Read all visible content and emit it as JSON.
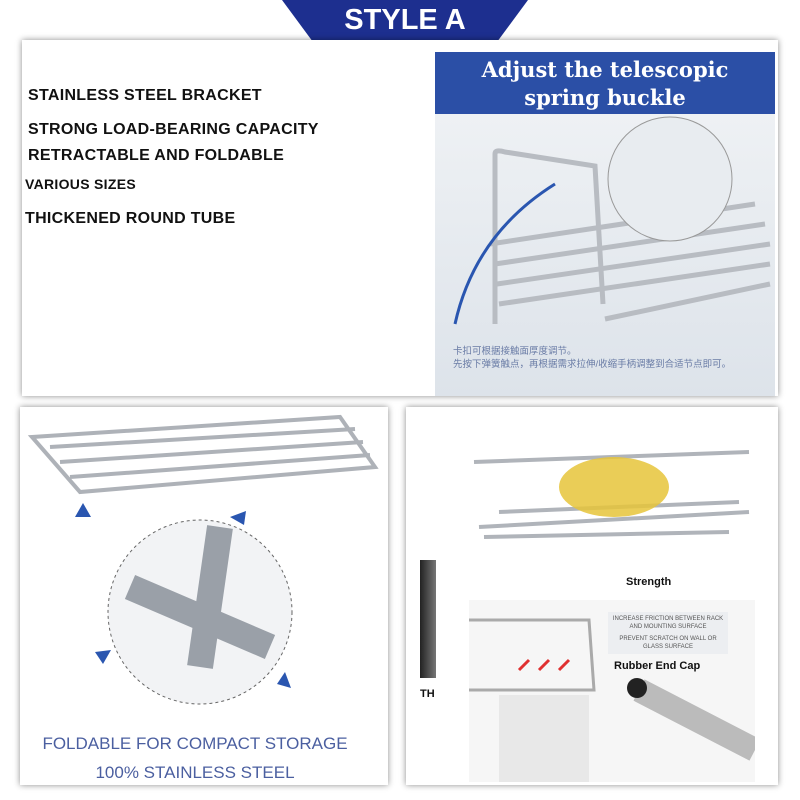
{
  "banner": "STYLE A",
  "features": [
    "STAINLESS STEEL BRACKET",
    "STRONG LOAD-BEARING CAPACITY",
    "RETRACTABLE AND FOLDABLE",
    "VARIOUS SIZES",
    "THICKENED ROUND TUBE"
  ],
  "top_right": {
    "heading_line1": "Adjust the telescopic",
    "heading_line2": "spring buckle",
    "cn_line1": "卡扣可根据接触面厚度调节。",
    "cn_line2": "先按下弹簧触点，再根据需求拉伸/收缩手柄调整到合适节点即可。"
  },
  "bottom_left": {
    "caption1": "FOLDABLE FOR COMPACT STORAGE",
    "caption2": "100% STAINLESS STEEL"
  },
  "bottom_right": {
    "strength_label": "Strength",
    "note1": "INCREASE FRICTION BETWEEN RACK AND MOUNTING SURFACE",
    "note2": "PREVENT SCRATCH ON WALL OR GLASS SURFACE",
    "end_cap_label": "Rubber End Cap",
    "cut_text": "TH"
  },
  "colors": {
    "banner": "#1d2f8f",
    "heading_bg": "#2b4fa6",
    "arrow": "#2a56b0"
  }
}
